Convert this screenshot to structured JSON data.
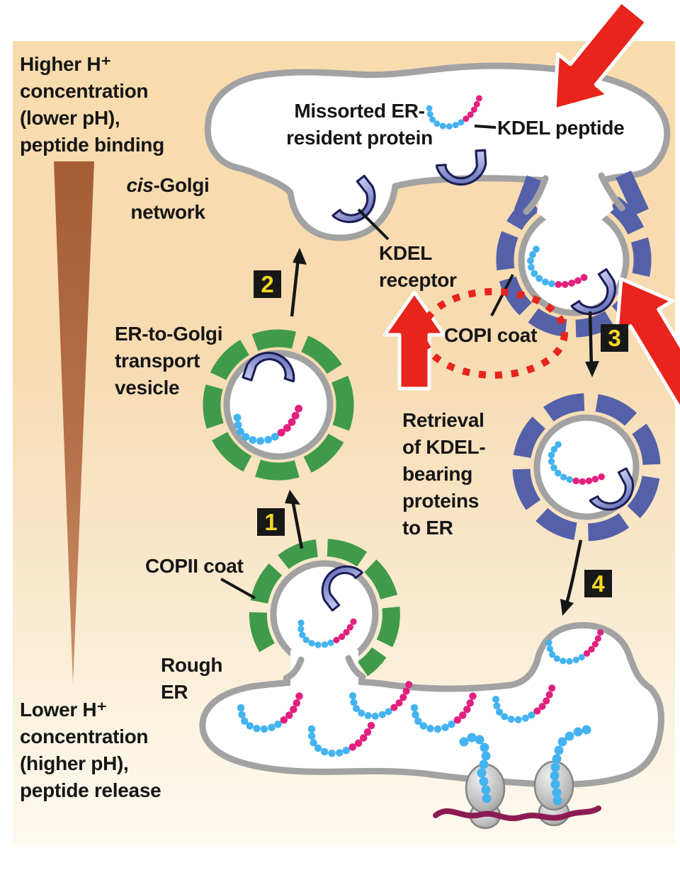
{
  "figure": {
    "labels": {
      "higher_h": "Higher H⁺ concentration (lower pH), peptide binding",
      "lower_h": "Lower H⁺ concentration (higher pH), peptide release",
      "missorted": "Missorted ER-resident protein",
      "kdel_peptide": "KDEL peptide",
      "cis_prefix": "cis",
      "cis_rest": "-Golgi network",
      "kdel_receptor": "KDEL receptor",
      "copi_coat": "COPI coat",
      "er_to_golgi": "ER-to-Golgi transport vesicle",
      "retrieval": "Retrieval of KDEL-bearing proteins to ER",
      "copii_coat": "COPII coat",
      "rough_er": "Rough ER"
    },
    "steps": [
      "1",
      "2",
      "3",
      "4"
    ],
    "colors": {
      "background_top": "#f8dcae",
      "background_bottom": "#fdfaef",
      "membrane_gray": "#a2a2a2",
      "copii_green": "#3f9b49",
      "copi_blue": "#5461a9",
      "receptor_purple": "#7b84c8",
      "peptide_blue": "#44b3ef",
      "kdel_magenta": "#e2207e",
      "mrna_maroon": "#8c1b52",
      "highlight_red": "#e8241c",
      "step_badge_bg": "#181818",
      "step_badge_text": "#f2d826",
      "gradient_triangle": "#b06a42"
    }
  }
}
